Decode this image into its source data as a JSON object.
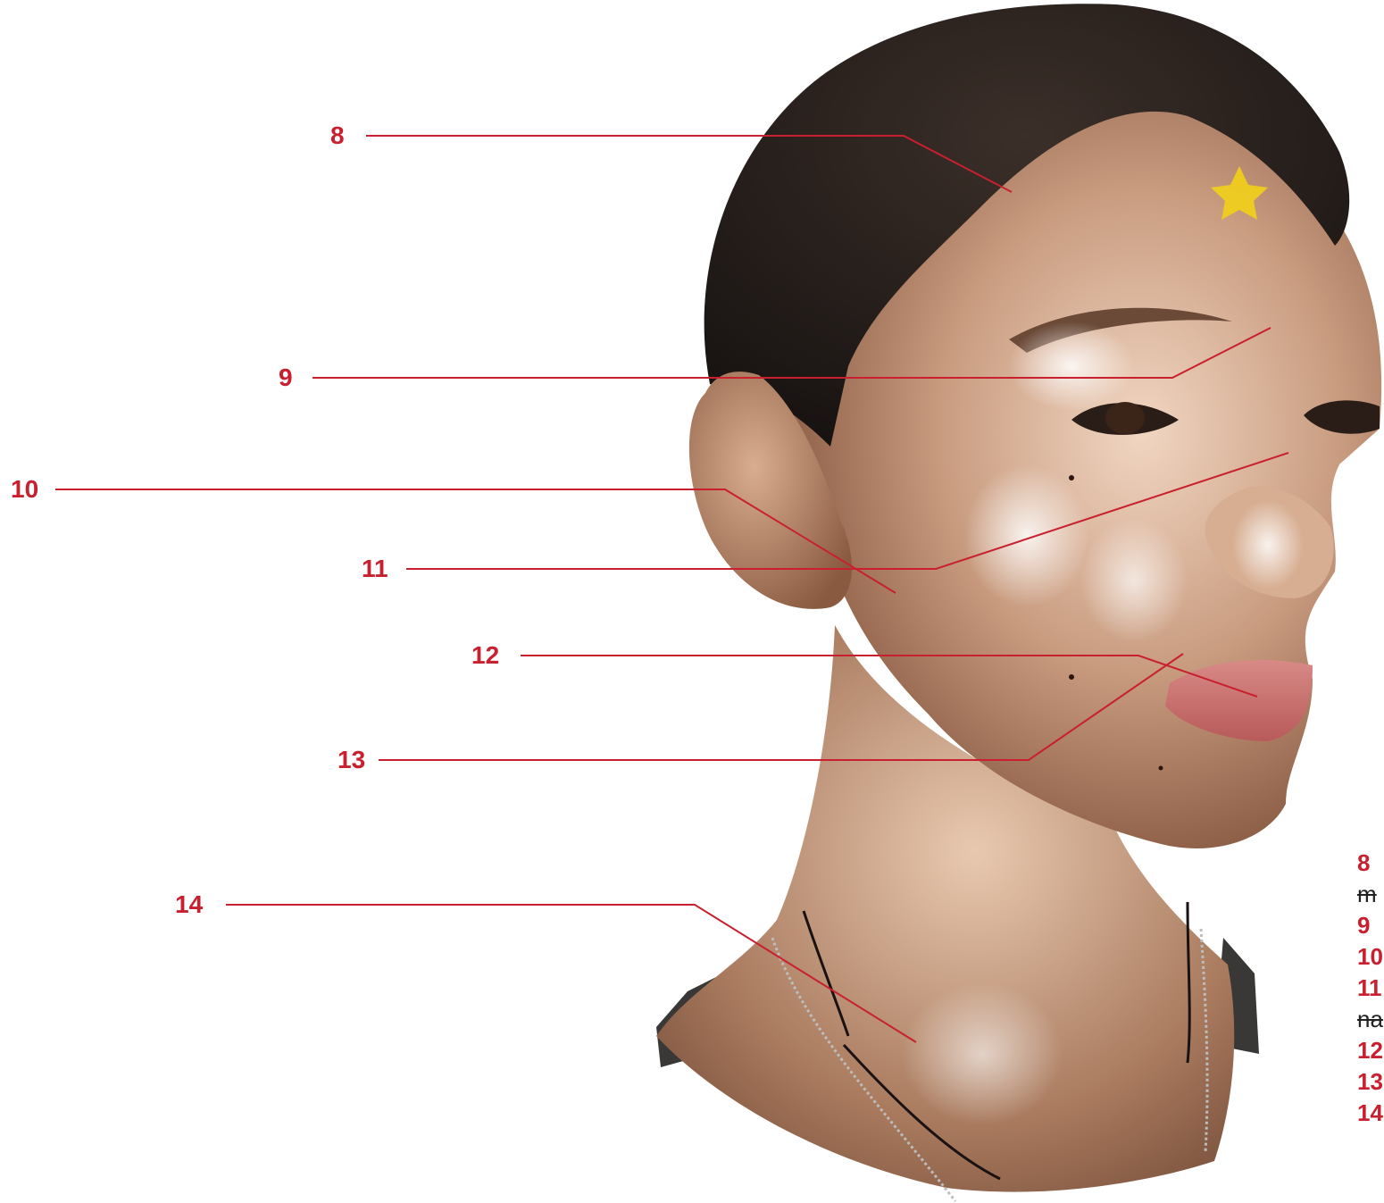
{
  "accent_color": "#c8202e",
  "callouts": [
    {
      "id": "8",
      "label": "8"
    },
    {
      "id": "9",
      "label": "9"
    },
    {
      "id": "10",
      "label": "10"
    },
    {
      "id": "11",
      "label": "11"
    },
    {
      "id": "12",
      "label": "12"
    },
    {
      "id": "13",
      "label": "13"
    },
    {
      "id": "14",
      "label": "14"
    }
  ],
  "legend": [
    {
      "num": "8",
      "text": ""
    },
    {
      "num": "",
      "text": "m"
    },
    {
      "num": "9",
      "text": ""
    },
    {
      "num": "10",
      "text": ""
    },
    {
      "num": "11",
      "text": ""
    },
    {
      "num": "",
      "text": "na"
    },
    {
      "num": "12",
      "text": ""
    },
    {
      "num": "13",
      "text": ""
    },
    {
      "num": "14",
      "text": ""
    }
  ],
  "illustration": {
    "subject": "3d-rendered-head-three-quarter-view",
    "marker_icon": "star-icon",
    "marker_color": "#f2d01a"
  }
}
